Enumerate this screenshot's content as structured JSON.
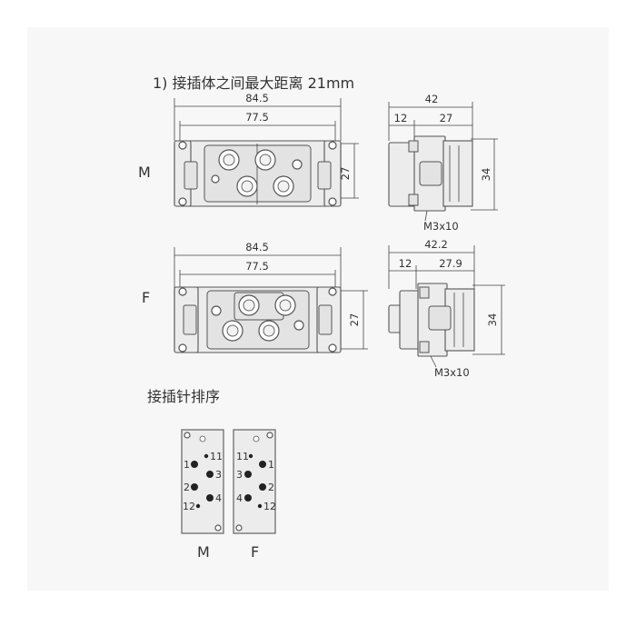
{
  "heading": "1) 接插体之间最大距离 21mm",
  "pin_heading": "接插针排序",
  "male": {
    "label": "M",
    "width_outer": "84.5",
    "width_inner": "77.5",
    "height": "27",
    "side_total": "42",
    "side_a": "12",
    "side_b": "27",
    "side_height": "34",
    "screw": "M3x10"
  },
  "female": {
    "label": "F",
    "width_outer": "84.5",
    "width_inner": "77.5",
    "height": "27",
    "side_total": "42.2",
    "side_a": "12",
    "side_b": "27.9",
    "side_height": "34",
    "screw": "M3x10"
  },
  "pinout": {
    "male_label": "M",
    "female_label": "F",
    "male_pins": [
      "11",
      "1",
      "3",
      "2",
      "4",
      "12"
    ],
    "female_pins": [
      "11",
      "3",
      "1",
      "4",
      "2",
      "12"
    ]
  }
}
